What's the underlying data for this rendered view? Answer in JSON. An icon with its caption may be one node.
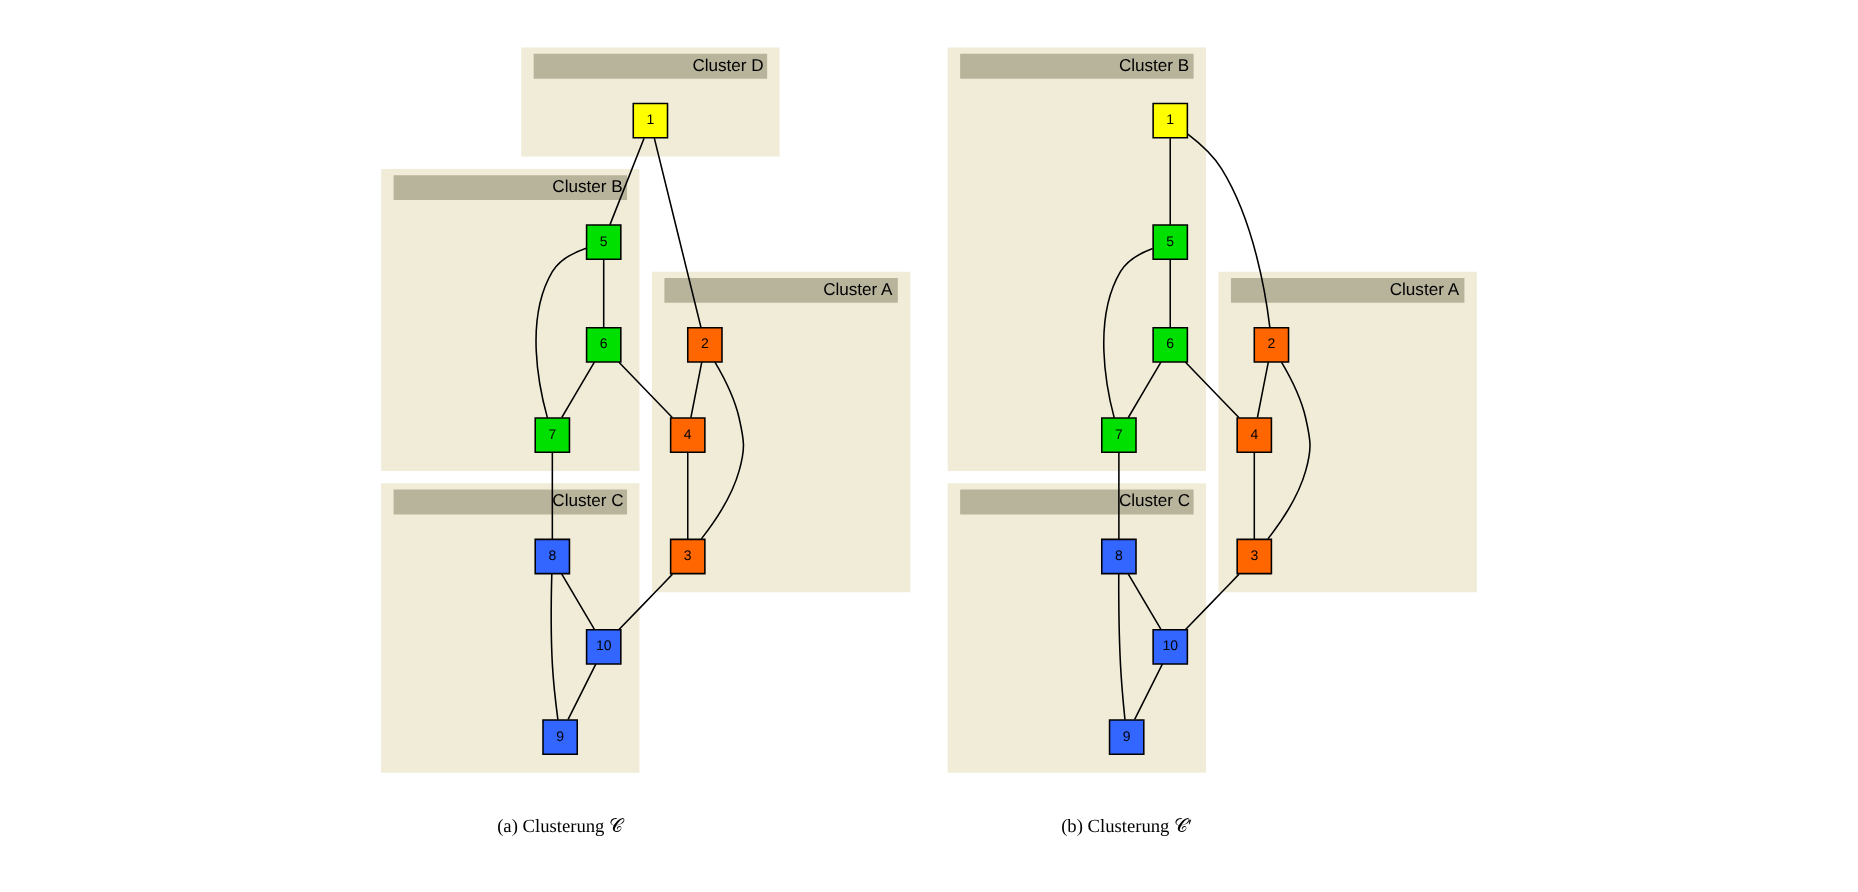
{
  "diagram": {
    "nodes": [
      {
        "text": [
          "Cluster D"
        ]
      },
      {
        "text": [
          "1"
        ],
        "in": 0
      },
      {
        "text": [
          "Cluster B"
        ]
      },
      {
        "text": [
          "5"
        ],
        "in": 2
      },
      {
        "text": [
          "7"
        ],
        "in": 2
      },
      {
        "text": [
          "6"
        ],
        "in": 2
      },
      {
        "text": [
          "Cluster A"
        ]
      },
      {
        "text": [
          "2"
        ],
        "in": 6
      },
      {
        "text": [
          "4"
        ],
        "in": 6
      },
      {
        "text": [
          "3"
        ],
        "in": 6
      },
      {
        "text": [
          "Cluster C"
        ]
      },
      {
        "text": [
          "8"
        ],
        "in": 10
      },
      {
        "text": [
          "10"
        ],
        "in": 10
      },
      {
        "text": [
          "9"
        ],
        "in": 10
      },
      {
        "text": [
          "Cluster B"
        ]
      },
      {
        "text": [
          "1"
        ],
        "in": 14
      },
      {
        "text": [
          "5"
        ],
        "in": 14
      },
      {
        "text": [
          "7"
        ],
        "in": 14
      },
      {
        "text": [
          "6"
        ],
        "in": 14
      },
      {
        "text": [
          "Cluster A"
        ]
      },
      {
        "text": [
          "2"
        ],
        "in": 19
      },
      {
        "text": [
          "4"
        ],
        "in": 19
      },
      {
        "text": [
          "3"
        ],
        "in": 19
      },
      {
        "text": [
          "Cluster C"
        ]
      },
      {
        "text": [
          "8"
        ],
        "in": 23
      },
      {
        "text": [
          "10"
        ],
        "in": 23
      },
      {
        "text": [
          "9"
        ],
        "in": 23
      }
    ],
    "edges": [
      {
        "from": 1,
        "to": 3,
        "arrow": "none"
      },
      {
        "from": 3,
        "to": 4,
        "arrow": "none"
      },
      {
        "from": 3,
        "to": 5,
        "arrow": "none"
      },
      {
        "from": 5,
        "to": 4,
        "arrow": "none"
      },
      {
        "from": 1,
        "to": 7,
        "arrow": "none"
      },
      {
        "from": 5,
        "to": 8,
        "arrow": "none"
      },
      {
        "from": 4,
        "to": 11,
        "arrow": "none"
      },
      {
        "from": 7,
        "to": 8,
        "arrow": "none"
      },
      {
        "from": 7,
        "to": 9,
        "arrow": "none"
      },
      {
        "from": 8,
        "to": 9,
        "arrow": "none"
      },
      {
        "from": 9,
        "to": 12,
        "arrow": "none"
      },
      {
        "from": 11,
        "to": 12,
        "arrow": "none"
      },
      {
        "from": 11,
        "to": 13,
        "arrow": "none"
      },
      {
        "from": 12,
        "to": 13,
        "arrow": "none"
      },
      {
        "from": 15,
        "to": 16,
        "arrow": "none"
      },
      {
        "from": 16,
        "to": 17,
        "arrow": "none"
      },
      {
        "from": 16,
        "to": 18,
        "arrow": "none"
      },
      {
        "from": 18,
        "to": 17,
        "arrow": "none"
      },
      {
        "from": 15,
        "to": 20,
        "arrow": "none"
      },
      {
        "from": 18,
        "to": 21,
        "arrow": "none"
      },
      {
        "from": 17,
        "to": 24,
        "arrow": "none"
      },
      {
        "from": 20,
        "to": 21,
        "arrow": "none"
      },
      {
        "from": 20,
        "to": 22,
        "arrow": "none"
      },
      {
        "from": 21,
        "to": 22,
        "arrow": "none"
      },
      {
        "from": 22,
        "to": 25,
        "arrow": "none"
      },
      {
        "from": 24,
        "to": 25,
        "arrow": "none"
      },
      {
        "from": 24,
        "to": 26,
        "arrow": "none"
      },
      {
        "from": 25,
        "to": 26,
        "arrow": "none"
      }
    ],
    "labels": [
      "(a) Clusterung 𝒞",
      "(b) Clusterung 𝒞′"
    ]
  }
}
